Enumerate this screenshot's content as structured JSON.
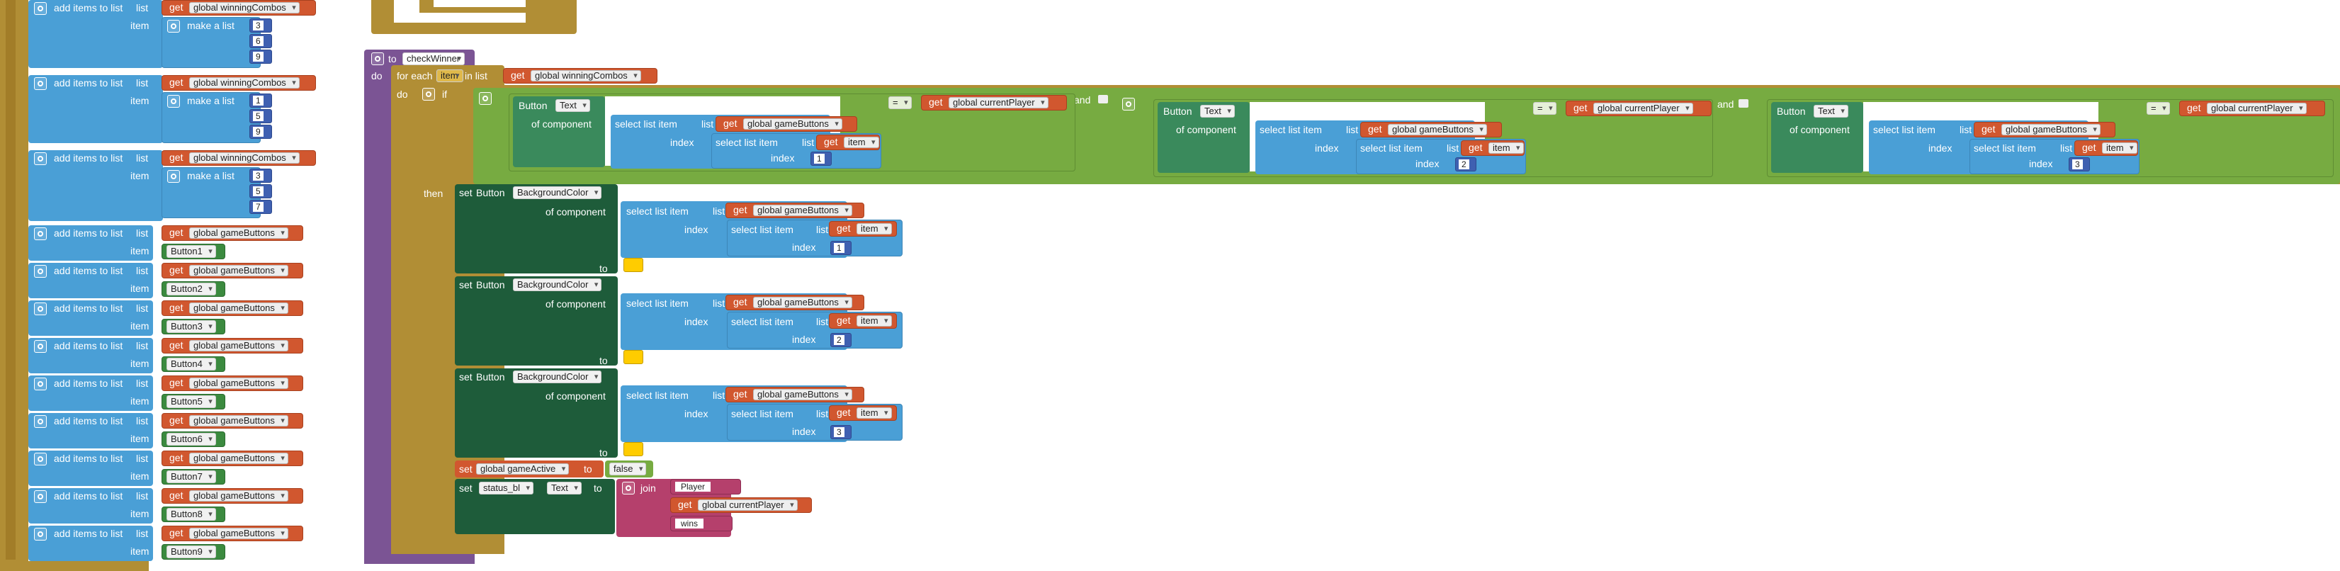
{
  "common": {
    "add_items_to_list": "add items to list",
    "list": "list",
    "item": "item",
    "make_a_list": "make a list",
    "get": "get",
    "select_list_item": "select list item",
    "index": "index",
    "of_component": "of component",
    "set": "set",
    "to": "to",
    "and": "and",
    "eq": "=",
    "do": "do",
    "if": "if",
    "then": "then",
    "for_each": "for each",
    "in_list": "in list",
    "join": "join",
    "button": "Button",
    "text_prop": "Text",
    "bgcolor_prop": "BackgroundColor"
  },
  "vars": {
    "winning_combos": "global winningCombos",
    "game_buttons": "global gameButtons",
    "current_player": "global currentPlayer",
    "game_active": "global gameActive",
    "item_var": "item"
  },
  "combos": [
    {
      "nums": [
        "3",
        "6",
        "9"
      ]
    },
    {
      "nums": [
        "1",
        "5",
        "9"
      ]
    },
    {
      "nums": [
        "3",
        "5",
        "7"
      ]
    }
  ],
  "buttons": [
    "Button1",
    "Button2",
    "Button3",
    "Button4",
    "Button5",
    "Button6",
    "Button7",
    "Button8",
    "Button9"
  ],
  "procedure": {
    "to": "to",
    "name": "checkWinner",
    "indices": [
      "1",
      "2",
      "3"
    ],
    "false_value": "false",
    "status_component": "status_bl",
    "player_text": "Player",
    "wins_text": "wins",
    "colors": {
      "procedure": "#7b5494",
      "control": "#b18e35",
      "logic": "#77ab41",
      "list": "#4a9fd6",
      "variable": "#d1572f",
      "component": "#1e5c3a",
      "text": "#b5406c",
      "math": "#3f60b1"
    }
  }
}
